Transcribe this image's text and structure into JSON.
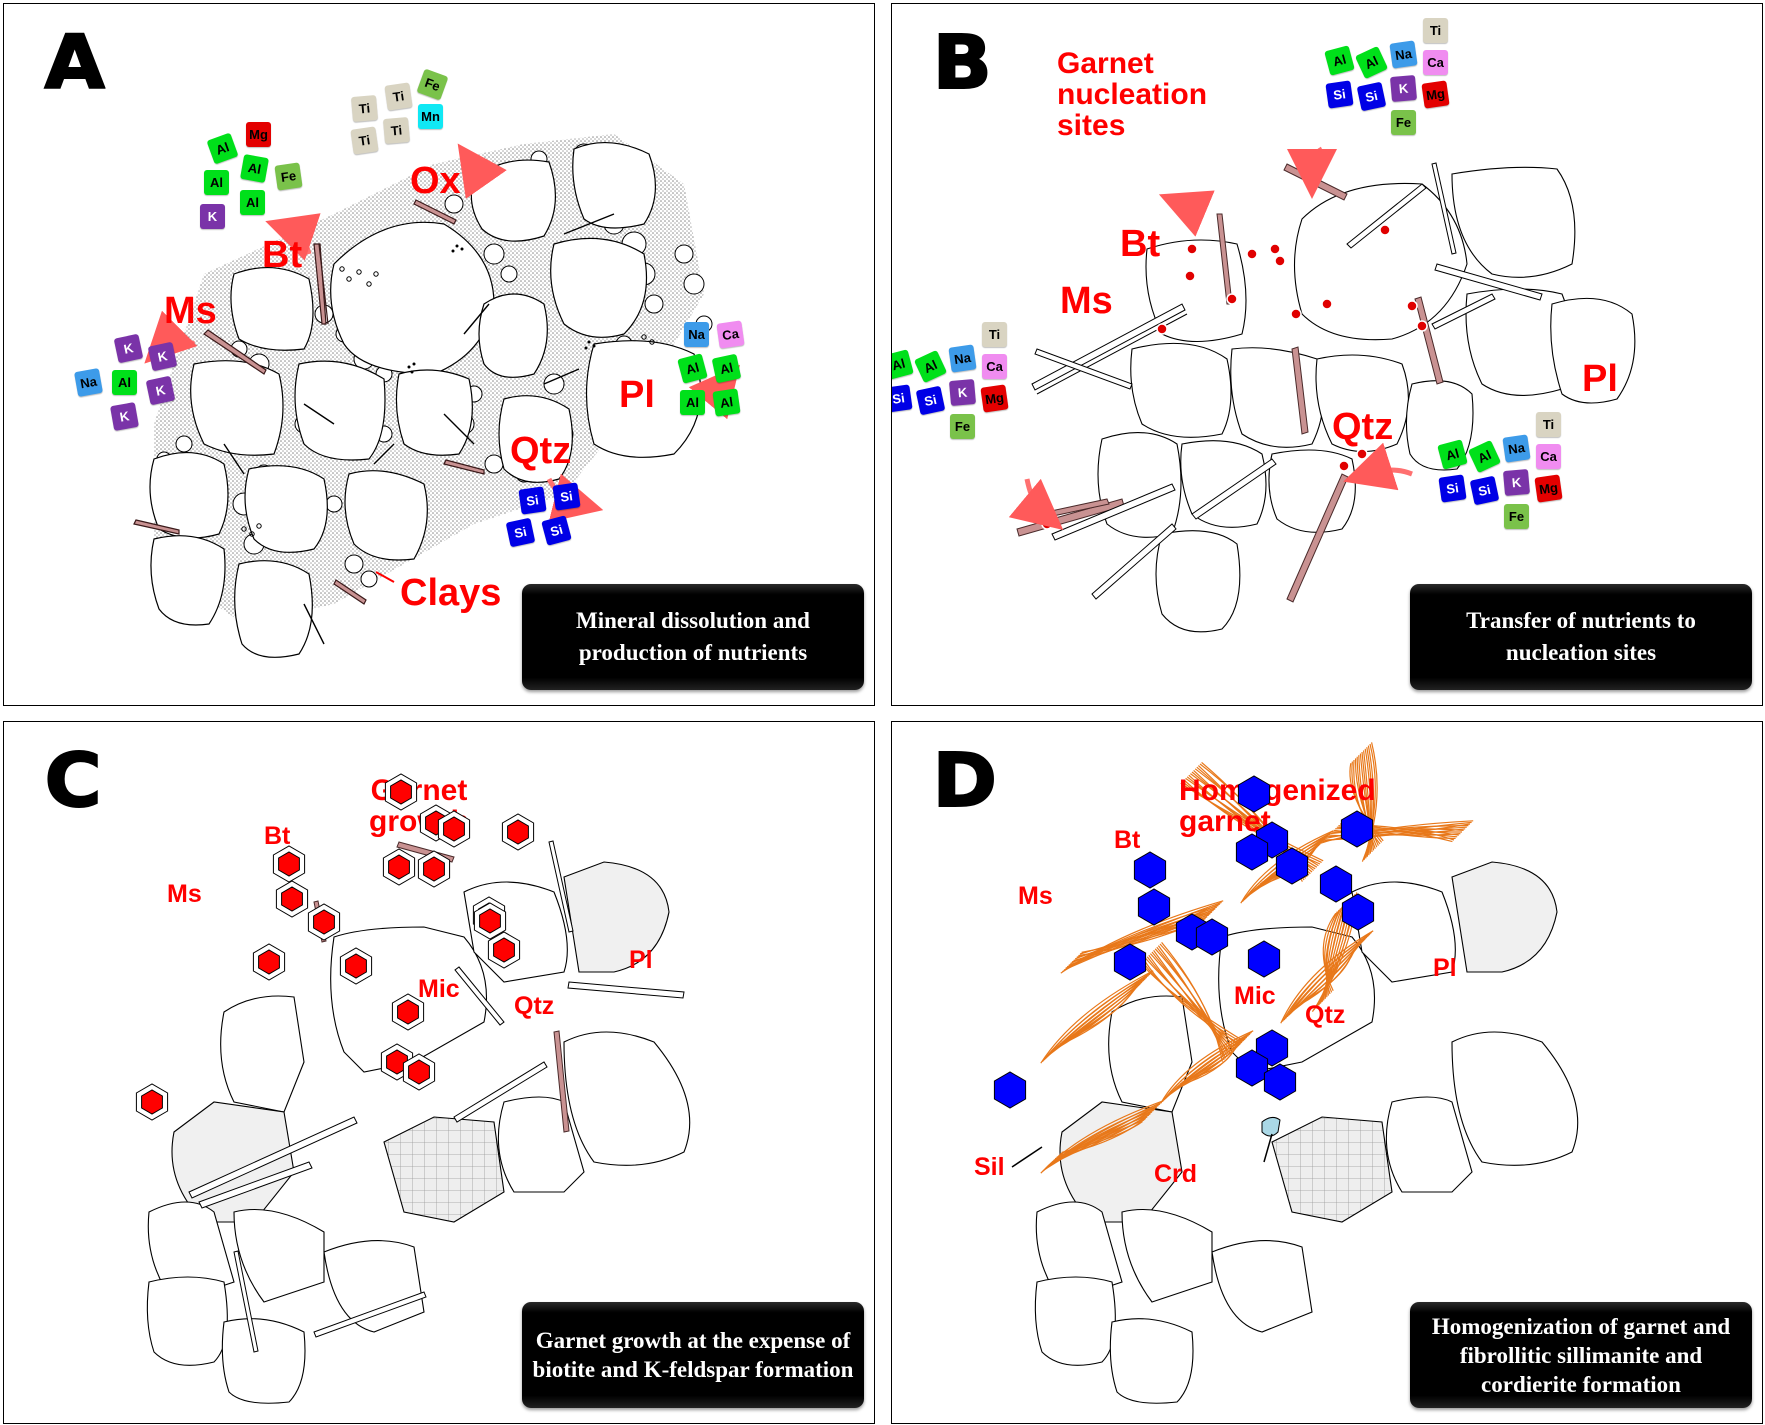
{
  "colors": {
    "label_red": "#ff0000",
    "Al": "#00e01a",
    "Si": "#0000e6",
    "K": "#7a33a8",
    "Na": "#3d9be9",
    "Ca": "#f08cf0",
    "Mg": "#e30000",
    "Fe": "#7ac24a",
    "Ti": "#d9d4c2",
    "Mn": "#10e8f4",
    "garnet_red": "#ff0000",
    "garnet_blue": "#0000ff",
    "sillimanite": "#e8781a",
    "biotite": "#c99292",
    "cordierite": "#aad8e6"
  },
  "panels": [
    {
      "letter": "A",
      "caption": "Mineral dissolution and production of nutrients",
      "labels": [
        {
          "text": "Bt"
        },
        {
          "text": "Ox"
        },
        {
          "text": "Ms"
        },
        {
          "text": "Pl"
        },
        {
          "text": "Qtz"
        },
        {
          "text": "Clays"
        }
      ],
      "element_groups": [
        {
          "source": "Bt",
          "elements": [
            "Mg",
            "Al",
            "Al",
            "Fe",
            "Al",
            "Al",
            "K"
          ]
        },
        {
          "source": "Ox",
          "elements": [
            "Ti",
            "Ti",
            "Fe",
            "Ti",
            "Ti",
            "Mn"
          ]
        },
        {
          "source": "Ms",
          "elements": [
            "K",
            "K",
            "Na",
            "Al",
            "K",
            "K"
          ]
        },
        {
          "source": "Pl",
          "elements": [
            "Na",
            "Ca",
            "Al",
            "Al",
            "Al",
            "Al"
          ]
        },
        {
          "source": "Qtz",
          "elements": [
            "Si",
            "Si",
            "Si",
            "Si"
          ]
        }
      ]
    },
    {
      "letter": "B",
      "caption": "Transfer of nutrients to nucleation sites",
      "title": "Garnet\nnucleation\nsites",
      "labels": [
        {
          "text": "Bt"
        },
        {
          "text": "Ms"
        },
        {
          "text": "Pl"
        },
        {
          "text": "Qtz"
        }
      ],
      "element_groups": [
        {
          "source": "top",
          "elements": [
            "Ti",
            "Al",
            "Al",
            "Na",
            "Ca",
            "Si",
            "Si",
            "K",
            "Mg",
            "Fe"
          ]
        },
        {
          "source": "left",
          "elements": [
            "Ti",
            "Al",
            "Al",
            "Na",
            "Ca",
            "Si",
            "Si",
            "K",
            "Mg",
            "Fe"
          ]
        },
        {
          "source": "right",
          "elements": [
            "Ti",
            "Al",
            "Al",
            "Na",
            "Ca",
            "Si",
            "Si",
            "K",
            "Mg",
            "Fe"
          ]
        }
      ]
    },
    {
      "letter": "C",
      "caption": "Garnet growth at the expense of biotite and K-feldspar formation",
      "title": "Garnet\ngrowth",
      "labels": [
        {
          "text": "Bt"
        },
        {
          "text": "Ms"
        },
        {
          "text": "Mic"
        },
        {
          "text": "Qtz"
        },
        {
          "text": "Pl"
        }
      ]
    },
    {
      "letter": "D",
      "caption": "Homogenization of garnet and fibrollitic sillimanite and cordierite formation",
      "title": "Homogenized\ngarnet",
      "labels": [
        {
          "text": "Bt"
        },
        {
          "text": "Ms"
        },
        {
          "text": "Mic"
        },
        {
          "text": "Qtz"
        },
        {
          "text": "Pl"
        },
        {
          "text": "Sil"
        },
        {
          "text": "Crd"
        }
      ]
    }
  ]
}
